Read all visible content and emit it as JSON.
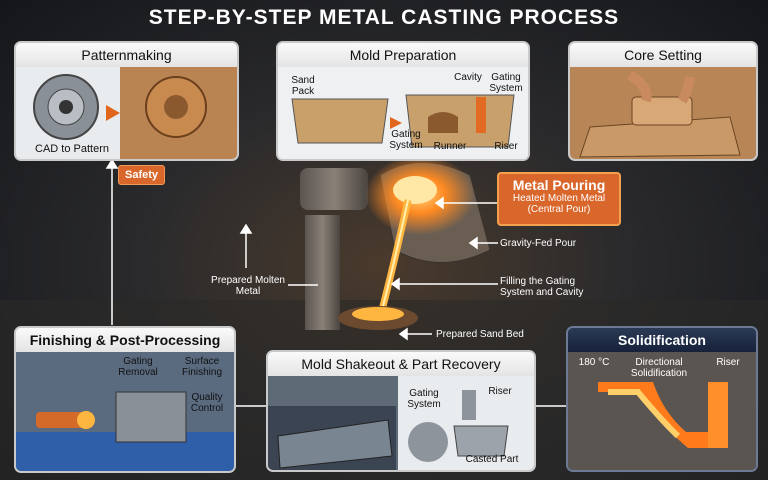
{
  "title": "STEP-BY-STEP METAL CASTING PROCESS",
  "panels": {
    "patternmaking": {
      "title": "Patternmaking",
      "caption": "CAD to Pattern"
    },
    "mold_preparation": {
      "title": "Mold Preparation",
      "labels": {
        "sand_pack": "Sand Pack",
        "cavity": "Cavity",
        "gating_system_right": "Gating System",
        "gating_system_left": "Gating System",
        "runner": "Runner",
        "riser": "Riser"
      }
    },
    "core_setting": {
      "title": "Core Setting"
    },
    "finishing": {
      "title": "Finishing & Post-Processing",
      "labels": {
        "gating_removal": "Gating Removal",
        "surface_finishing": "Surface Finishing",
        "quality_control": "Quality Control"
      }
    },
    "shakeout": {
      "title": "Mold Shakeout & Part Recovery",
      "labels": {
        "gating_system": "Gating System",
        "riser": "Riser",
        "casted_part": "Casted Part"
      }
    },
    "solidification": {
      "title": "Solidification",
      "labels": {
        "temp": "180 °C",
        "directional": "Directional Solidification",
        "riser": "Riser"
      }
    }
  },
  "center": {
    "safety": "Safety",
    "metal_pouring": "Metal Pouring",
    "metal_pouring_sub": "Heated Molten Metal (Central Pour)",
    "gravity_fed": "Gravity-Fed Pour",
    "prepared_molten": "Prepared Molten Metal",
    "filling": "Filling the Gating System and Cavity",
    "sand_bed": "Prepared Sand Bed"
  },
  "colors": {
    "accent": "#d9662a",
    "molten": "#ff9a2a",
    "panel_dark": "#1b2538"
  }
}
